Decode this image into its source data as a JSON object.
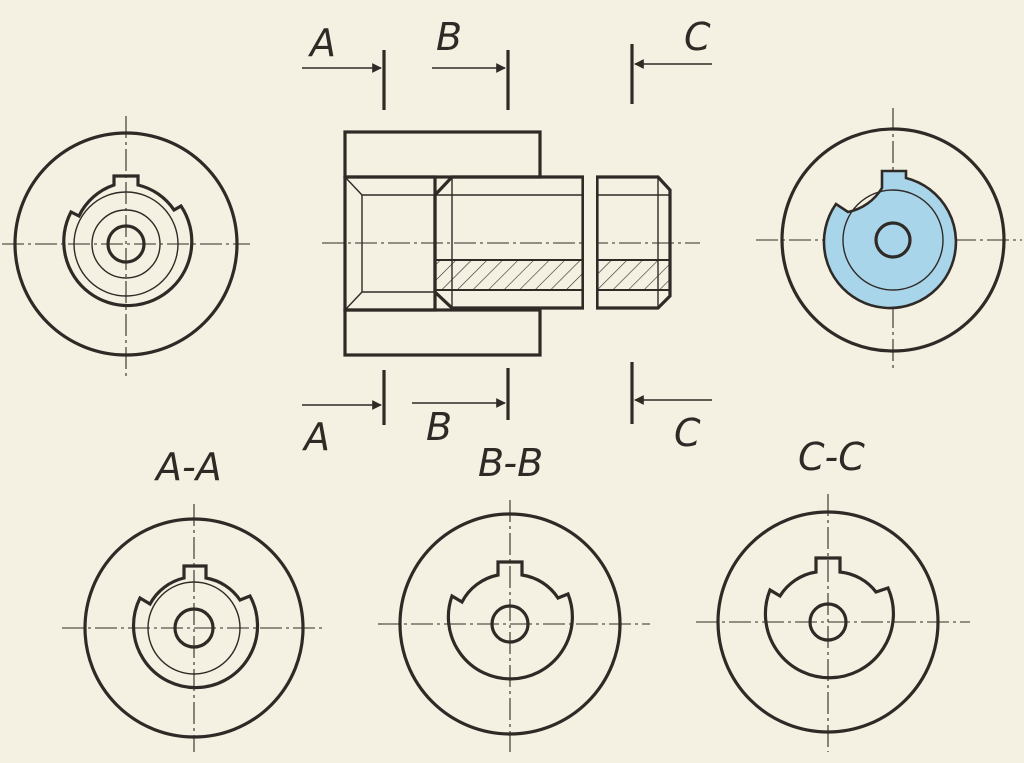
{
  "colors": {
    "paper": "#f4f1e2",
    "ink": "#2f2a26",
    "highlight": "#a9d5ea"
  },
  "cut_markers": {
    "top": [
      "A",
      "B",
      "C"
    ],
    "bottom": [
      "A",
      "B",
      "C"
    ]
  },
  "section_titles": [
    "A-A",
    "B-B",
    "C-C"
  ]
}
